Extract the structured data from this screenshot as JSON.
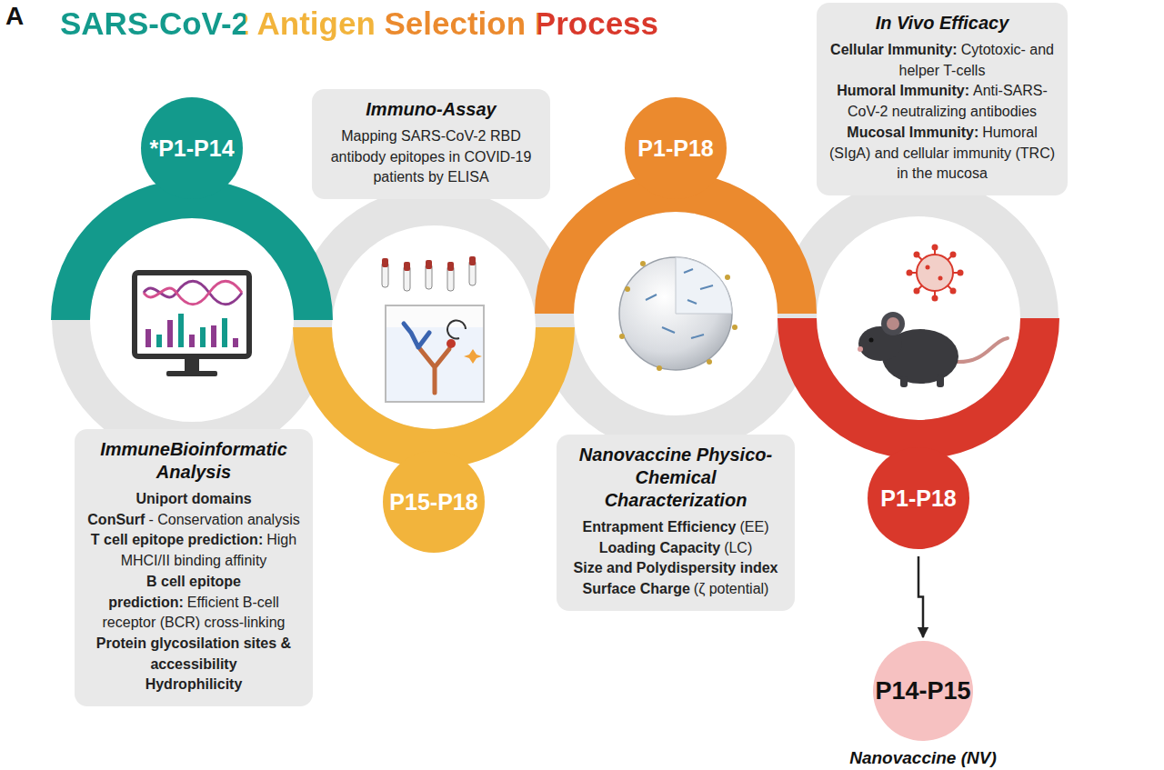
{
  "diagram": {
    "title": "SARS-CoV-2 Antigen Selection Process",
    "nodes": [
      {
        "text": [
          "*P1-P14"
        ]
      },
      {
        "text": [
          "Immuno-Assay",
          "Mapping SARS-CoV-2 RBD antibody epitopes in COVID-19 patients by ELISA"
        ]
      },
      {
        "text": [
          "P1-P18"
        ]
      },
      {
        "text": [
          "In Vivo Efficacy",
          "Cellular Immunity:",
          "Cytotoxic- and helper T-cells",
          "Humoral Immunity:",
          "Anti-SARS-CoV-2 neutralizing antibodies",
          "Mucosal Immunity:",
          "Humoral (SIgA) and cellular immunity (TRC) in the mucosa"
        ]
      },
      {
        "text": [
          "ImmuneBioinformatic Analysis",
          "Uniport domains",
          "ConSurf",
          "- Conservation analysis",
          "T cell epitope prediction:",
          "High MHCI/II binding affinity",
          "B cell epitope prediction:",
          "Efficient B-cell receptor (BCR) cross-linking",
          "Protein glycosilation sites & accessibility",
          "Hydrophilicity"
        ]
      },
      {
        "text": [
          "P15-P18"
        ]
      },
      {
        "text": [
          "Nanovaccine Physico-Chemical Characterization",
          "Entrapment Efficiency",
          "(EE)",
          "Loading Capacity",
          "(LC)",
          "Size and Polydispersity index",
          "Surface Charge",
          "(ζ potential)"
        ]
      },
      {
        "text": [
          "P1-P18"
        ]
      },
      {
        "text": [
          "P14-P15",
          "Nanovaccine (NV)"
        ]
      }
    ],
    "edges": [
      {
        "from": 7,
        "to": 8,
        "arrow": "to"
      }
    ],
    "labels": [
      "A"
    ]
  }
}
